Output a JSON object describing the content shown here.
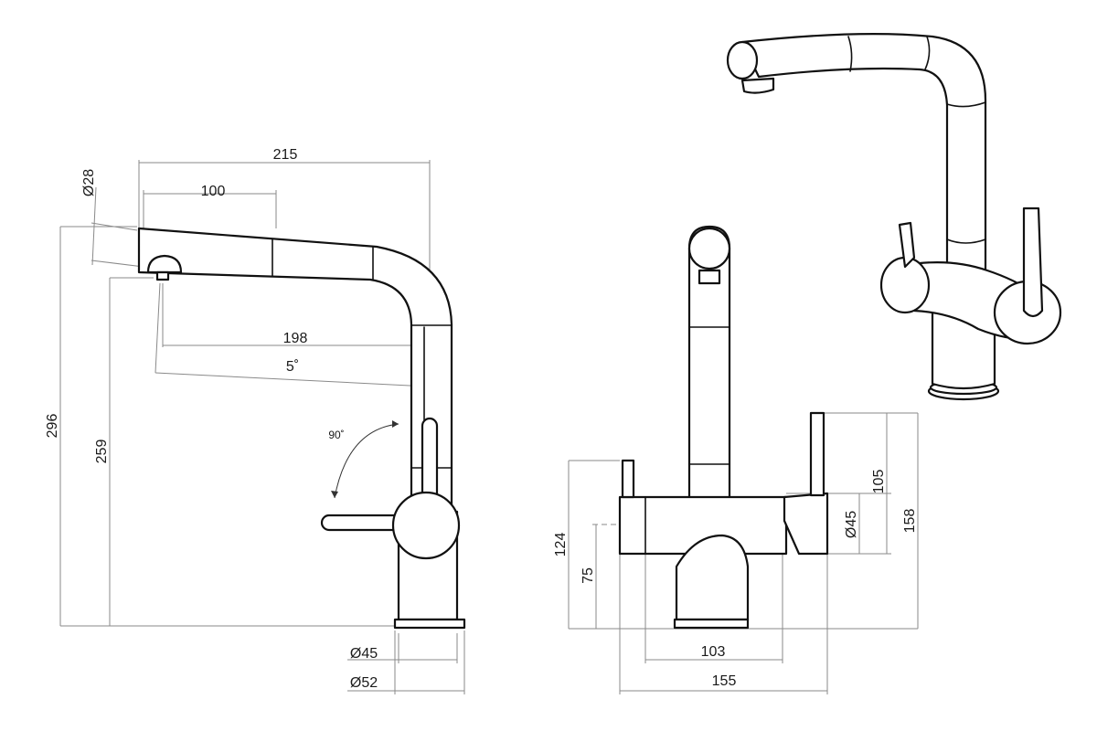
{
  "side_view": {
    "overall_width": "215",
    "spout_diameter": "Ø28",
    "spray_head_length": "100",
    "reach": "198",
    "tilt_angle": "5˚",
    "overall_height": "296",
    "outlet_height": "259",
    "lever_rotation": "90˚",
    "body_diameter": "Ø45",
    "base_diameter": "Ø52"
  },
  "front_view": {
    "overall_height": "158",
    "lever_height": "105",
    "body_diameter": "Ø45",
    "body_height": "124",
    "axis_height": "75",
    "inner_width": "103",
    "overall_width": "155"
  }
}
